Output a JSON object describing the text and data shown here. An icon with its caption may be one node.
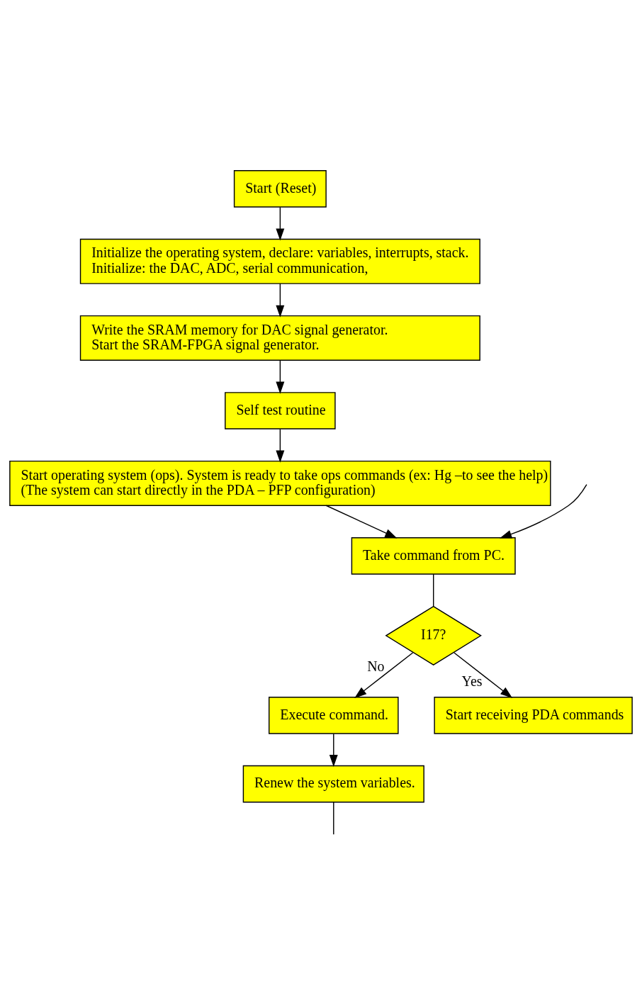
{
  "diagram": {
    "nodes": [
      {
        "text": [
          "Start (Reset)"
        ]
      },
      {
        "text": [
          "Initialize the operating system, declare: variables, interrupts, stack.",
          "Initialize: the DAC, ADC, serial communication,"
        ]
      },
      {
        "text": [
          "Write the SRAM memory for DAC signal generator.",
          "Start the SRAM-FPGA signal generator."
        ]
      },
      {
        "text": [
          "Self test routine"
        ]
      },
      {
        "text": [
          "Start operating system (ops). System is ready to take ops commands (ex: Hg –to see the help)",
          "(The system can start directly in the PDA – PFP configuration)"
        ]
      },
      {
        "text": [
          "Take command from PC."
        ]
      },
      {
        "text": [
          "I17?"
        ]
      },
      {
        "text": [
          "Execute command."
        ]
      },
      {
        "text": [
          "Renew the system variables."
        ]
      },
      {
        "text": [
          "Start receiving PDA commands"
        ]
      }
    ],
    "edges": [
      {
        "from": 0,
        "to": 1,
        "arrow": "to"
      },
      {
        "from": 1,
        "to": 2,
        "arrow": "to"
      },
      {
        "from": 2,
        "to": 3,
        "arrow": "to"
      },
      {
        "from": 3,
        "to": 4,
        "arrow": "to"
      },
      {
        "from": 4,
        "to": 5,
        "arrow": "to"
      },
      {
        "from": 5,
        "to": 6,
        "arrow": "none"
      },
      {
        "from": 6,
        "to": 7,
        "arrow": "to",
        "label": "No"
      },
      {
        "from": 6,
        "to": 9,
        "arrow": "to",
        "label": "Yes"
      },
      {
        "from": 7,
        "to": 8,
        "arrow": "to"
      },
      {
        "from": 8,
        "to": null,
        "arrow": "none"
      },
      {
        "from": null,
        "to": 5,
        "arrow": "to"
      }
    ]
  }
}
